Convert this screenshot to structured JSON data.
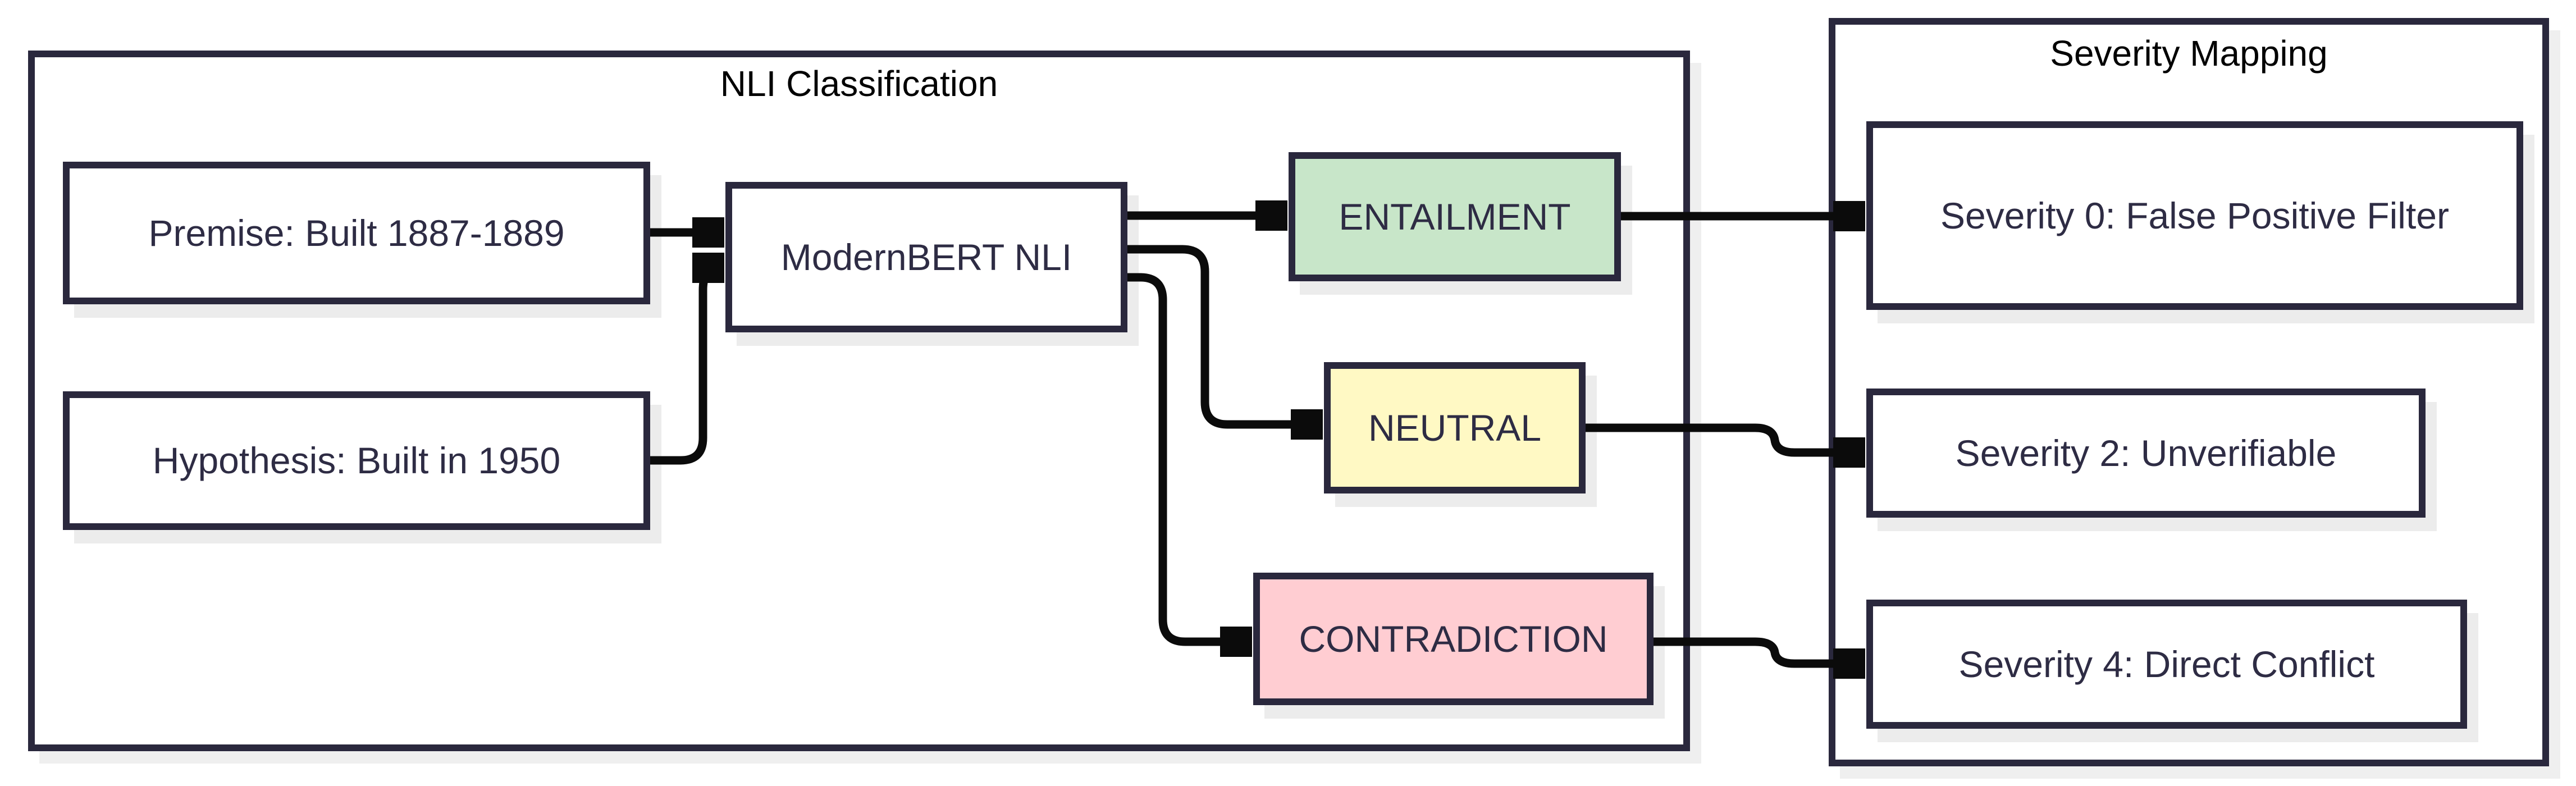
{
  "page": {
    "background": "#ffffff"
  },
  "colors": {
    "outline": "#2a283d",
    "arrow": "#0b0b0b",
    "shadow": "#ececec",
    "node_text": "#2e2c44",
    "title_text": "#000000",
    "default_node_fill": "#ffffff",
    "entailment_fill": "#c8e6c9",
    "neutral_fill": "#fff9c4",
    "contradiction_fill": "#ffcdd2"
  },
  "containers": {
    "nli": {
      "title": "NLI Classification"
    },
    "severity": {
      "title": "Severity Mapping"
    }
  },
  "nodes": {
    "premise": {
      "label": "Premise: Built 1887-1889"
    },
    "hypothesis": {
      "label": "Hypothesis: Built in 1950"
    },
    "modernbert": {
      "label": "ModernBERT NLI"
    },
    "entailment": {
      "label": "ENTAILMENT"
    },
    "neutral": {
      "label": "NEUTRAL"
    },
    "contradiction": {
      "label": "CONTRADICTION"
    },
    "severity0": {
      "label": "Severity 0: False Positive Filter"
    },
    "severity2": {
      "label": "Severity 2: Unverifiable"
    },
    "severity4": {
      "label": "Severity 4: Direct Conflict"
    }
  }
}
